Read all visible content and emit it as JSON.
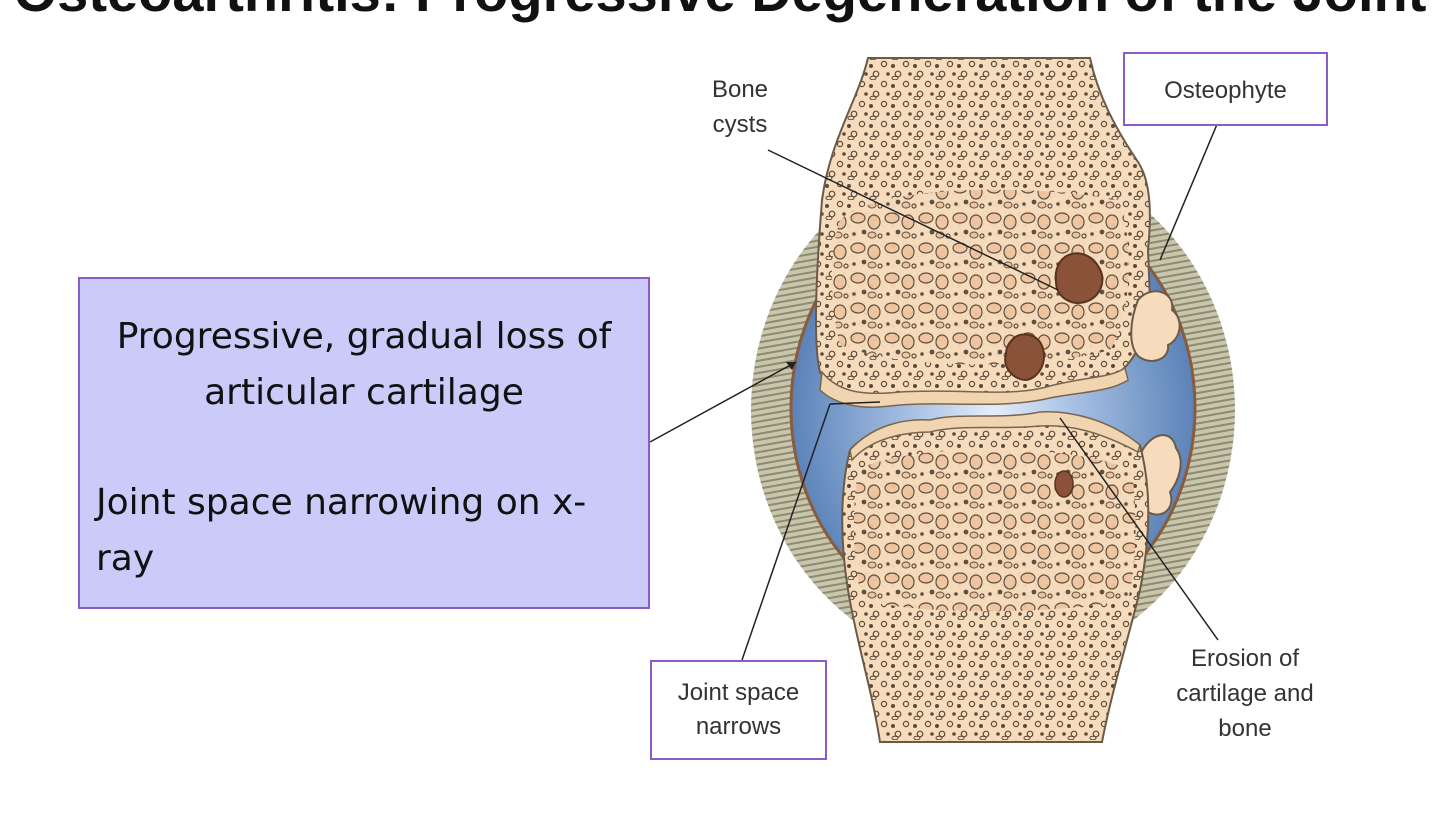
{
  "slide": {
    "title": "Osteoarthritis: Progressive Degeneration of the Joint"
  },
  "callout": {
    "line1": "Progressive, gradual loss of articular cartilage",
    "line2": "Joint space narrowing on x-ray"
  },
  "labels": {
    "bone_cysts": "Bone cysts",
    "osteophyte": "Osteophyte",
    "joint_space_narrows": "Joint space narrows",
    "erosion": "Erosion of cartilage and bone"
  },
  "colors": {
    "callout_fill": "#cbcbfa",
    "callout_border": "#8a5cc7",
    "bone": "#f6dcbc",
    "synovial_fluid": "#6f97c9",
    "capsule": "#a9a790",
    "cyst": "#8a5238"
  }
}
